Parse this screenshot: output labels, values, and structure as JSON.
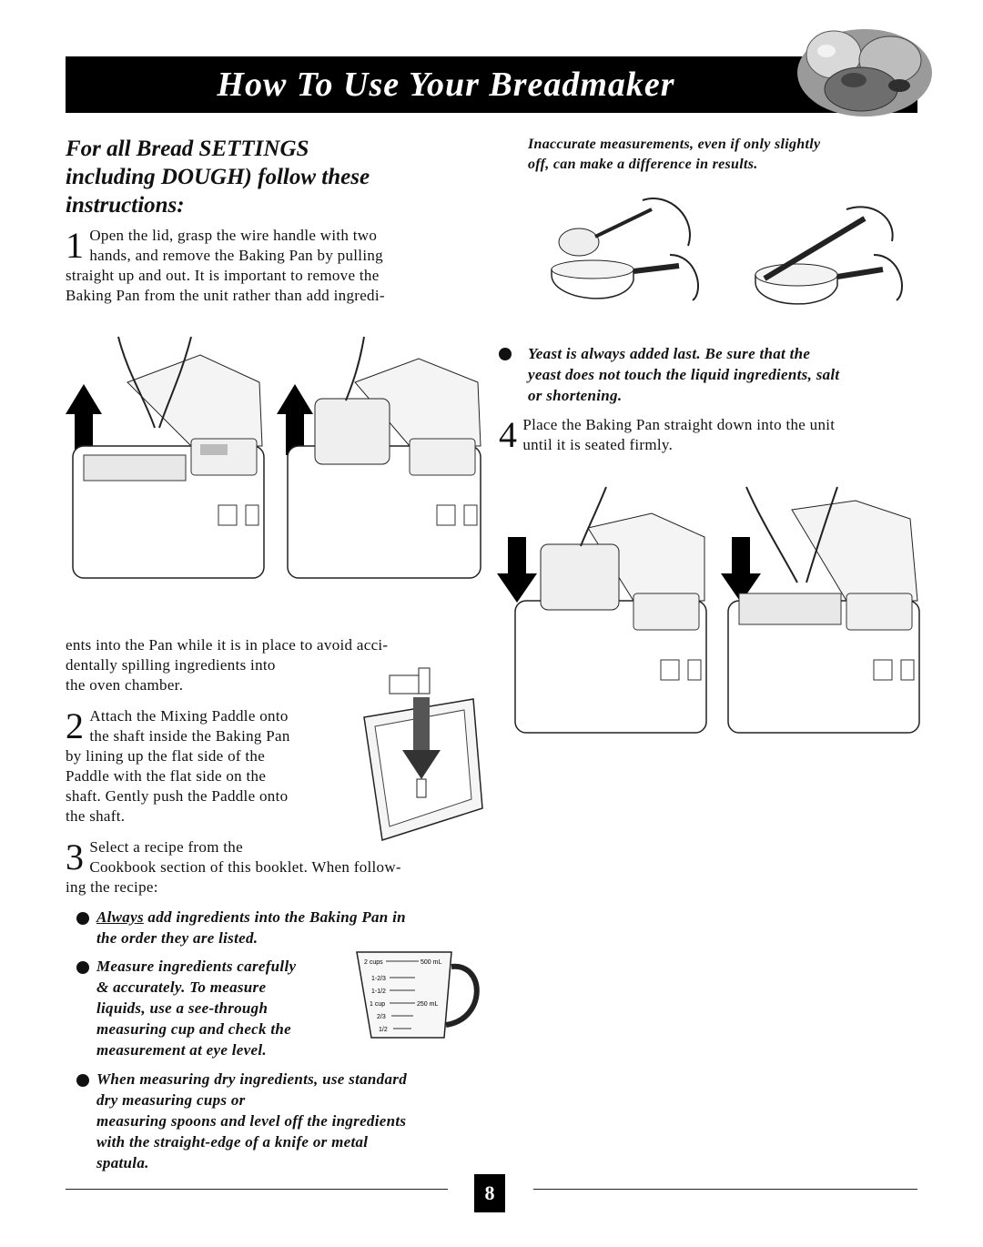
{
  "header": {
    "title": "How To Use Your Breadmaker"
  },
  "section": {
    "heading_line1": "For all Bread SETTINGS",
    "heading_line2": "including DOUGH) follow these",
    "heading_line3": "instructions:"
  },
  "step1": {
    "num": "1",
    "line1": "Open the lid, grasp the wire handle with two",
    "line2": "hands, and remove the Baking Pan by pulling",
    "line3": "straight up and out.  It is important to remove the",
    "line4": "Baking Pan from the unit rather than add ingredi-",
    "cont1": "ents into the Pan while it is in place to avoid acci-",
    "cont2": "dentally spilling ingredients into",
    "cont3": "the oven chamber."
  },
  "step2": {
    "num": "2",
    "line1": "Attach the Mixing Paddle onto",
    "line2": "the shaft inside the Baking Pan",
    "line3": "by lining up the flat side of the",
    "line4": "Paddle with the flat side on the",
    "line5": "shaft.  Gently push the Paddle onto",
    "line6": "the shaft."
  },
  "step3": {
    "num": "3",
    "line1": "Select a recipe from the",
    "line2": "Cookbook section of this booklet.  When follow-",
    "line3": "ing the recipe:"
  },
  "bullets": {
    "b1_underlined": "Always",
    "b1_rest": " add ingredients into the Baking Pan in",
    "b1_line2": "the order they are listed.",
    "b2_line1": "Measure ingredients carefully",
    "b2_line2": "& accurately. To measure",
    "b2_line3": "liquids, use a see-through",
    "b2_line4": "measuring cup and check the",
    "b2_line5": "measurement at eye level.",
    "b3_line1": "When measuring dry ingredients, use standard",
    "b3_line2": "dry measuring cups or",
    "b3_line3": "measuring spoons and level off the ingredients",
    "b3_line4": "with the straight-edge of a knife or metal",
    "b3_line5": "spatula."
  },
  "right": {
    "note_line1": "Inaccurate measurements, even if only slightly",
    "note_line2": "off, can make a difference in results.",
    "yeast_line1": "Yeast is always added last.  Be sure that the",
    "yeast_line2": "yeast does not touch the liquid ingredients, salt",
    "yeast_line3": "or shortening.",
    "step4_num": "4",
    "step4_line1": "Place the Baking Pan straight down into the unit",
    "step4_line2": "until it is seated firmly."
  },
  "cup_labels": {
    "cups2": "2 cups",
    "ml500": "500 mL",
    "c123": "1-2/3",
    "c112": "1-1/2",
    "cup1": "1 cup",
    "ml250": "250 mL",
    "c23": "2/3",
    "c12": "1/2"
  },
  "footer": {
    "page_number": "8"
  }
}
